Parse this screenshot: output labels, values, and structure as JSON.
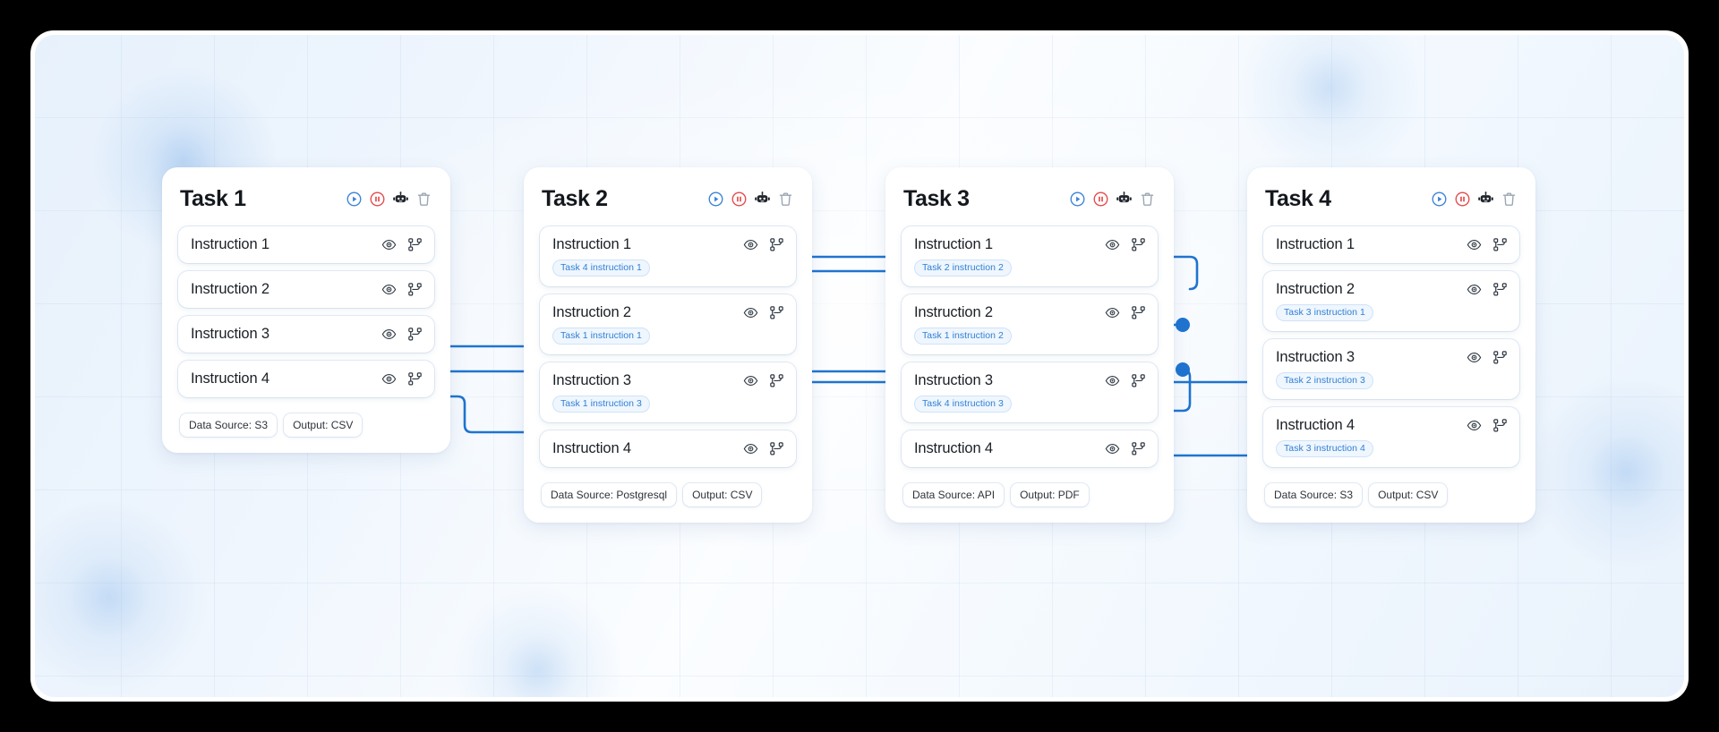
{
  "canvas": {
    "accent": "#1f74d0",
    "play_color": "#3b82d6",
    "pause_color": "#e4494a",
    "robot_color": "#21262d",
    "trash_color": "#9aa6b4",
    "badge_color": "#2f7fd4"
  },
  "header_actions": [
    {
      "name": "run-task-button",
      "icon": "play-circle-icon",
      "title": "Run"
    },
    {
      "name": "pause-task-button",
      "icon": "pause-circle-icon",
      "title": "Pause"
    },
    {
      "name": "agent-task-button",
      "icon": "robot-icon",
      "title": "Agent"
    },
    {
      "name": "delete-task-button",
      "icon": "trash-icon",
      "title": "Delete"
    }
  ],
  "instruction_actions": [
    {
      "name": "preview-instruction-button",
      "icon": "eye-icon",
      "title": "Preview"
    },
    {
      "name": "branch-instruction-button",
      "icon": "git-branch-icon",
      "title": "Dependencies"
    }
  ],
  "tasks": [
    {
      "id": "task-1",
      "title": "Task 1",
      "instructions": [
        {
          "label": "Instruction 1",
          "badge": null
        },
        {
          "label": "Instruction 2",
          "badge": null
        },
        {
          "label": "Instruction 3",
          "badge": null
        },
        {
          "label": "Instruction 4",
          "badge": null
        }
      ],
      "footer": [
        {
          "name": "data-source-chip",
          "label": "Data Source: S3"
        },
        {
          "name": "output-chip",
          "label": "Output: CSV"
        }
      ]
    },
    {
      "id": "task-2",
      "title": "Task 2",
      "instructions": [
        {
          "label": "Instruction 1",
          "badge": "Task 4 instruction 1"
        },
        {
          "label": "Instruction 2",
          "badge": "Task 1 instruction 1"
        },
        {
          "label": "Instruction 3",
          "badge": "Task 1 instruction 3"
        },
        {
          "label": "Instruction 4",
          "badge": null
        }
      ],
      "footer": [
        {
          "name": "data-source-chip",
          "label": "Data Source: Postgresql"
        },
        {
          "name": "output-chip",
          "label": "Output: CSV"
        }
      ]
    },
    {
      "id": "task-3",
      "title": "Task 3",
      "instructions": [
        {
          "label": "Instruction 1",
          "badge": "Task 2 instruction 2"
        },
        {
          "label": "Instruction 2",
          "badge": "Task 1 instruction 2"
        },
        {
          "label": "Instruction 3",
          "badge": "Task 4 instruction 3"
        },
        {
          "label": "Instruction 4",
          "badge": null
        }
      ],
      "footer": [
        {
          "name": "data-source-chip",
          "label": "Data Source: API"
        },
        {
          "name": "output-chip",
          "label": "Output: PDF"
        }
      ]
    },
    {
      "id": "task-4",
      "title": "Task 4",
      "instructions": [
        {
          "label": "Instruction 1",
          "badge": null
        },
        {
          "label": "Instruction 2",
          "badge": "Task 3 instruction 1"
        },
        {
          "label": "Instruction 3",
          "badge": "Task 2 instruction 3"
        },
        {
          "label": "Instruction 4",
          "badge": "Task 3 instruction 4"
        }
      ],
      "footer": [
        {
          "name": "data-source-chip",
          "label": "Data Source: S3"
        },
        {
          "name": "output-chip",
          "label": "Output: CSV"
        }
      ]
    }
  ],
  "connections": [
    {
      "name": "edge-t1i1-to-t2i2",
      "from": "task-1.instruction-1",
      "to": "task-2.instruction-2"
    },
    {
      "name": "edge-t1i2-to-t3i2",
      "from": "task-1.instruction-2",
      "to": "task-3.instruction-2"
    },
    {
      "name": "edge-t1i3-to-t2i3",
      "from": "task-1.instruction-3",
      "to": "task-2.instruction-3"
    },
    {
      "name": "edge-t2i2-to-t3i1",
      "from": "task-2.instruction-2",
      "to": "task-3.instruction-1"
    },
    {
      "name": "edge-t2i3-to-t4i3",
      "from": "task-2.instruction-3",
      "to": "task-4.instruction-3"
    },
    {
      "name": "edge-t3i1-to-t4i1",
      "from": "task-3.instruction-1",
      "to": "task-4.instruction-1"
    },
    {
      "name": "edge-t3i4-to-t4i4",
      "from": "task-3.instruction-4",
      "to": "task-4.instruction-4"
    },
    {
      "name": "edge-t4i1-to-t2i1",
      "from": "task-4.instruction-1",
      "to": "task-2.instruction-1"
    },
    {
      "name": "edge-t4i2-to-t3i3",
      "from": "task-4.instruction-2",
      "to": "task-3.instruction-3"
    }
  ]
}
